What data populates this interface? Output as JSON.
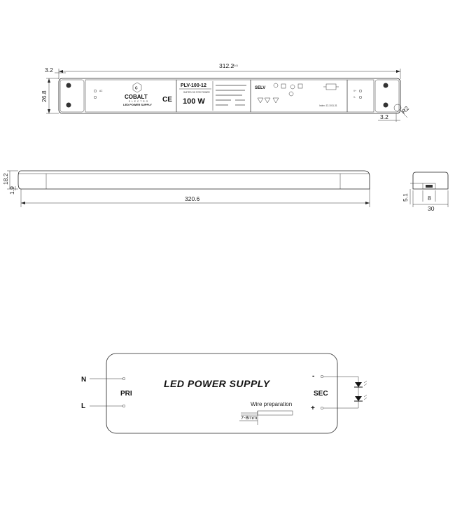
{
  "top_view": {
    "length": "312.2",
    "length_tol": "±0.5",
    "width": "26.8",
    "hole_offset_left": "3.2",
    "hole_offset_right": "3.2",
    "radius": "R2",
    "brand": "COBALT",
    "brand_sub": "ELECTRO",
    "product_line": "LED POWER SUPPLY",
    "model": "PLV-100-12",
    "power": "100 W",
    "power_caption": "SUITED SO FOR POWER",
    "ce_mark": "CE",
    "selv": "SELV",
    "index": "Index: ZJ-1011-31",
    "ac_label": "AC",
    "v_plus": "V+",
    "v_minus": "V-"
  },
  "side_view": {
    "length": "320.6",
    "height": "18.2",
    "step": "1.9"
  },
  "end_view": {
    "width": "30",
    "inner": "8",
    "height": "5.1"
  },
  "wiring": {
    "title": "LED POWER SUPPLY",
    "pri": "PRI",
    "sec": "SEC",
    "n": "N",
    "l": "L",
    "minus": "-",
    "plus": "+",
    "wire_prep": "Wire preparation",
    "strip": "7-8mm"
  }
}
